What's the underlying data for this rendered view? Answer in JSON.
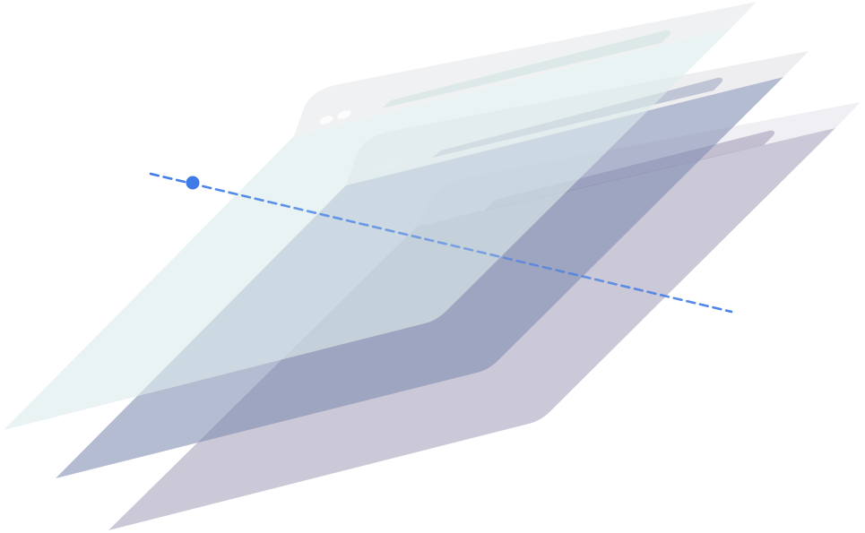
{
  "illustration": {
    "layers": [
      {
        "name": "front-layer",
        "fill": "#DCEBEC",
        "opacity": 0.62,
        "chrome": "#EEF0F2"
      },
      {
        "name": "middle-layer",
        "fill": "#7E8BAF",
        "opacity": 0.58,
        "chrome": "#EBEBEF"
      },
      {
        "name": "back-layer",
        "fill": "#9C95B3",
        "opacity": 0.52,
        "chrome": "#EDECF0"
      }
    ],
    "scan_line": {
      "color": "#3E7BE6",
      "style": "dashed",
      "marker": "dot"
    }
  }
}
